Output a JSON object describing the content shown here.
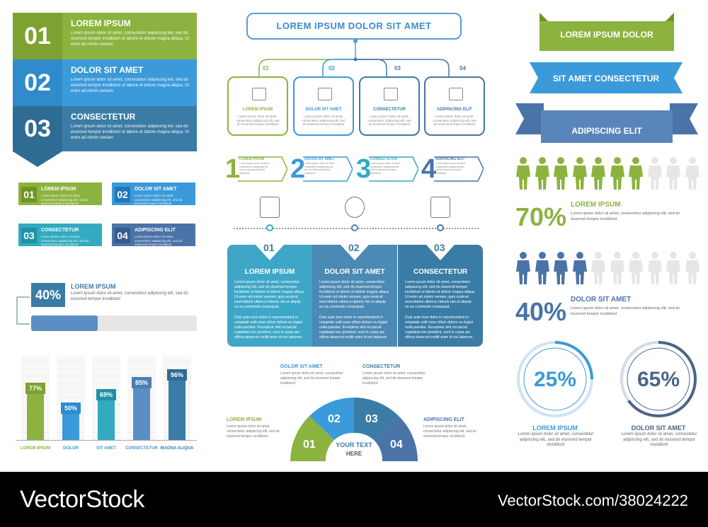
{
  "lorem": "Lorem ipsum dolor sit amet, consectetur adipiscing elit, sed do eiusmod tempor incididunt ut labore et dolore magna aliqua. Ut enim ad minim veniam, quis nostrud exercitation ullamco laboris nisi ut aliquip ex ea commodo consequat.",
  "lorem_short": "Lorem ipsum dolor sit amet, consectetur adipiscing elit, sed do eiusmod tempor incididunt ut labore et dolore magna aliqua. Ut enim ad minim veniam",
  "lorem2": "Duis aute irure dolor in reprehenderit in voluptate velit esse cillum dolore eu fugiat nulla pariatur. Excepteur sint occaecat cupidatat non proident, sunt in culpa qui officia deserunt mollit anim id est laborum.",
  "lorem_tiny": "Lorem ipsum dolor sit amet, consectetur adipiscing elit, sed do eiusmod tempor incididunt",
  "colors": {
    "green": "#8cb33f",
    "blue": "#3b9ad9",
    "steel": "#3a7ca5",
    "teal": "#33aabf",
    "navy": "#4a73a8"
  },
  "top_left": [
    {
      "num": "01",
      "title": "LOREM IPSUM"
    },
    {
      "num": "02",
      "title": "DOLOR SIT AMET"
    },
    {
      "num": "03",
      "title": "CONSECTETUR"
    }
  ],
  "cards": [
    {
      "num": "01",
      "title": "LOREM IPSUM"
    },
    {
      "num": "02",
      "title": "DOLOR SIT AMET"
    },
    {
      "num": "03",
      "title": "CONSECTETUR"
    },
    {
      "num": "04",
      "title": "ADIPISCING ELIT"
    }
  ],
  "progress": {
    "value": "40%",
    "title": "LOREM IPSUM",
    "fill": 0.4
  },
  "bar_chart": {
    "categories": [
      "LOREM IPSUM",
      "DOLOR",
      "SIT AMET",
      "CONSECTETUR",
      "MAGNA ALIQUA"
    ],
    "values": [
      77,
      50,
      69,
      85,
      96
    ],
    "labels": [
      "77%",
      "50%",
      "69%",
      "85%",
      "96%"
    ]
  },
  "main_title": "LOREM IPSUM DOLOR SIT AMET",
  "boxes": [
    {
      "num": "01",
      "title": "LOREM IPSUM",
      "icon": "house-icon"
    },
    {
      "num": "02",
      "title": "DOLOR SIT AMET",
      "icon": "calendar-icon"
    },
    {
      "num": "03",
      "title": "CONSECTETUR",
      "icon": "briefcase-icon"
    },
    {
      "num": "04",
      "title": "ADIPISCING ELIT",
      "icon": "pie-icon"
    }
  ],
  "steps": [
    {
      "num": "1",
      "title": "LOREM IPSUM"
    },
    {
      "num": "2",
      "title": "DOLOR SIT AMET"
    },
    {
      "num": "3",
      "title": "CONSECTETUR"
    },
    {
      "num": "4",
      "title": "ADIPISCING ELIT"
    }
  ],
  "timeline": [
    {
      "num": "01",
      "title": "LOREM IPSUM",
      "icon": "calendar-icon"
    },
    {
      "num": "02",
      "title": "DOLOR SIT AMET",
      "icon": "pie-chart-icon"
    },
    {
      "num": "03",
      "title": "CONSECTETUR",
      "icon": "briefcase-icon"
    }
  ],
  "semi": {
    "center": "YOUR TEXT",
    "center2": "HERE",
    "nums": [
      "01",
      "02",
      "03",
      "04"
    ],
    "labels": [
      "LOREM IPSUM",
      "DOLOR SIT AMET",
      "CONSECTETUR",
      "ADIPISCING ELIT"
    ]
  },
  "ribbons": [
    "LOREM IPSUM DOLOR",
    "SIT AMET CONSECTETUR",
    "ADIPISCING ELIT"
  ],
  "people": [
    {
      "pct": "70%",
      "title": "LOREM IPSUM",
      "filled": 7,
      "total": 10
    },
    {
      "pct": "40%",
      "title": "DOLOR SIT AMET",
      "filled": 4,
      "total": 10
    }
  ],
  "donuts": [
    {
      "pct": "25%",
      "title": "LOREM IPSUM",
      "fraction": 0.25
    },
    {
      "pct": "65%",
      "title": "DOLOR SIT AMET",
      "fraction": 0.65
    }
  ],
  "footer": {
    "left": "VectorStock",
    "right": "VectorStock.com/38024222"
  }
}
